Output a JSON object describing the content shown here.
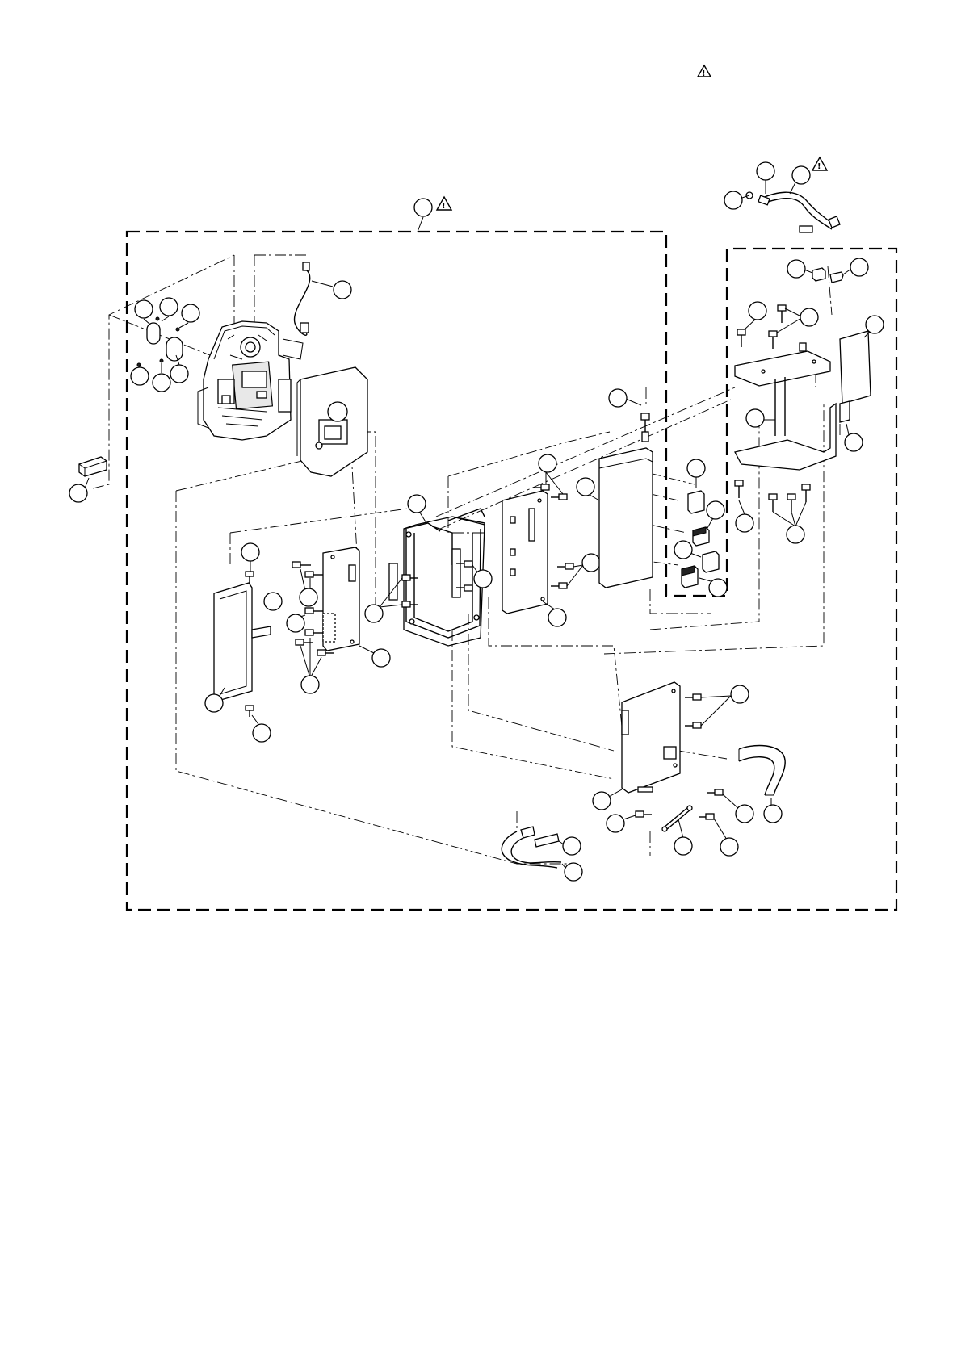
{
  "document": {
    "type": "exploded-parts-diagram",
    "warning_symbol_name": "caution-triangle-icon"
  },
  "warning_marks": [
    {
      "id": "header",
      "glyph": "!"
    },
    {
      "id": "harness-top-right",
      "glyph": "!"
    },
    {
      "id": "main-assembly",
      "glyph": "!"
    }
  ],
  "callouts_count": 46,
  "icons": [
    "caution-triangle-icon",
    "screw-icon",
    "connector-icon",
    "flex-cable-icon",
    "circuit-board-icon"
  ],
  "colors": {
    "line": "#000000",
    "background": "#ffffff",
    "fill": "#ffffff"
  }
}
